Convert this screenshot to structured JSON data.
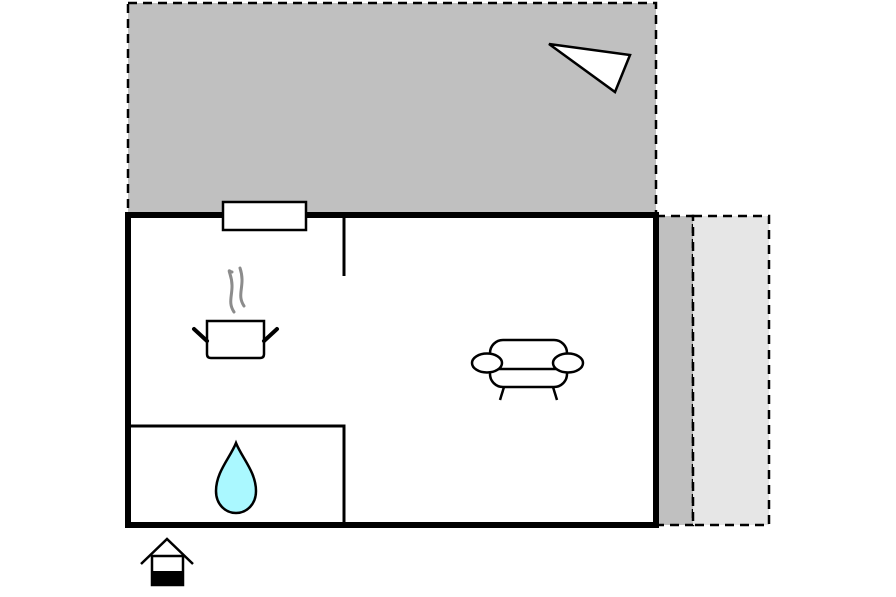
{
  "floorplan": {
    "areas": [
      {
        "kind": "outdoor-area",
        "fill": "#c0c0c0",
        "border": "dashed"
      },
      {
        "kind": "side-strip",
        "fill": "#c0c0c0",
        "border": "dashed"
      },
      {
        "kind": "outer-side-strip",
        "fill": "#e6e6e6",
        "border": "dashed"
      }
    ],
    "rooms": [
      {
        "kind": "kitchen",
        "icon": "cooking-pot-icon"
      },
      {
        "kind": "bathroom",
        "icon": "water-drop-icon"
      },
      {
        "kind": "living-room",
        "icon": "sofa-icon"
      }
    ],
    "icons": {
      "north": "north-arrow-icon",
      "window": "window-icon",
      "entrance": "entrance-house-icon",
      "kitchen": "cooking-pot-icon",
      "bathroom": "water-drop-icon",
      "living": "sofa-icon"
    },
    "colors": {
      "wall": "#000000",
      "outdoor": "#c0c0c0",
      "outdoor_light": "#e6e6e6",
      "water": "#aaf8ff",
      "steam": "#8c8c8c",
      "background": "#ffffff"
    }
  }
}
